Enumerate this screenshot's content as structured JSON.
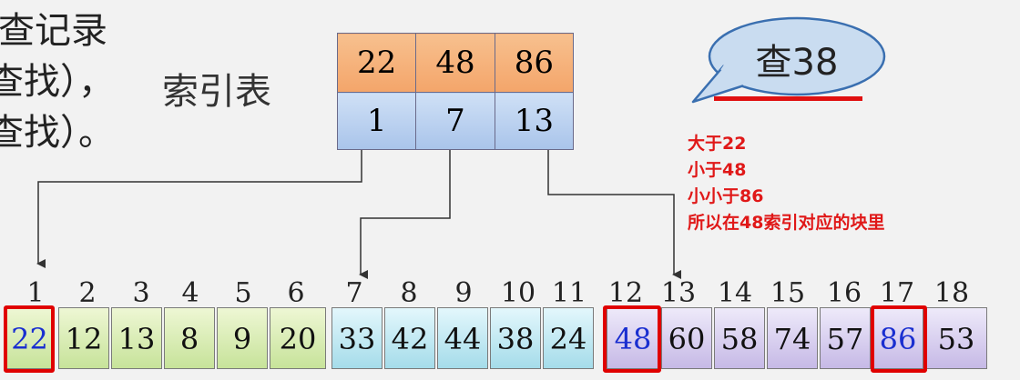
{
  "left_text": {
    "line1": "查记录",
    "line2": "查找），",
    "line3": "查找）。"
  },
  "index_title": "索引表",
  "index_table": {
    "keys": [
      "22",
      "48",
      "86"
    ],
    "starts": [
      "1",
      "7",
      "13"
    ]
  },
  "query": "查38",
  "explanation": [
    "大于22",
    "小于48",
    "小小于86",
    "所以在48索引对应的块里"
  ],
  "array": {
    "indices": [
      "1",
      "2",
      "3",
      "4",
      "5",
      "6",
      "7",
      "8",
      "9",
      "10",
      "11",
      "12",
      "13",
      "14",
      "15",
      "16",
      "17",
      "18"
    ],
    "values": [
      "22",
      "12",
      "13",
      "8",
      "9",
      "20",
      "33",
      "42",
      "44",
      "38",
      "24",
      "48",
      "60",
      "58",
      "74",
      "57",
      "86",
      "53"
    ]
  },
  "colors": {
    "block1": "#c7e39a",
    "block2": "#a5dcea",
    "block3": "#c6b9e6",
    "highlight_text": "#1a2fd0",
    "emphasis_red": "#e00000"
  }
}
